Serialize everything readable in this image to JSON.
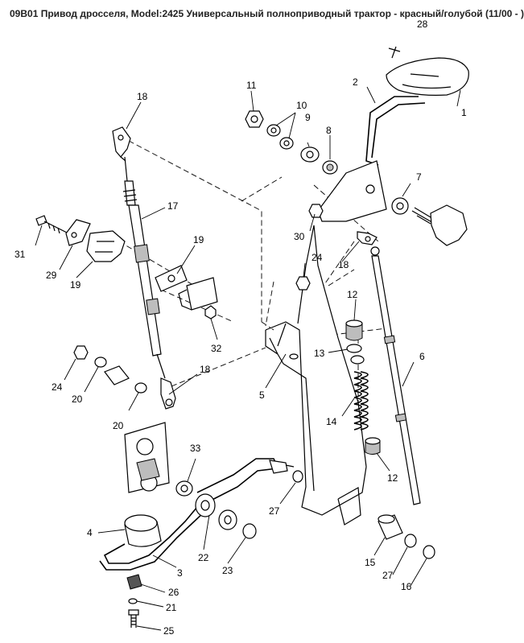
{
  "title": "09B01 Привод дросселя, Model:2425 Универсальный полноприводный трактор - красный/голубой (11/00 - )",
  "callouts": {
    "c1": "1",
    "c2": "2",
    "c3": "3",
    "c4": "4",
    "c5": "5",
    "c6": "6",
    "c7": "7",
    "c8": "8",
    "c9": "9",
    "c10": "10",
    "c11": "11",
    "c12a": "12",
    "c12b": "12",
    "c13": "13",
    "c14": "14",
    "c15": "15",
    "c16": "16",
    "c17": "17",
    "c18a": "18",
    "c18b": "18",
    "c18c": "18",
    "c19a": "19",
    "c19b": "19",
    "c20a": "20",
    "c20b": "20",
    "c21": "21",
    "c22": "22",
    "c23": "23",
    "c24a": "24",
    "c24b": "24",
    "c25": "25",
    "c26": "26",
    "c27a": "27",
    "c27b": "27",
    "c28": "28",
    "c29": "29",
    "c30": "30",
    "c31": "31",
    "c32": "32",
    "c33": "33"
  }
}
